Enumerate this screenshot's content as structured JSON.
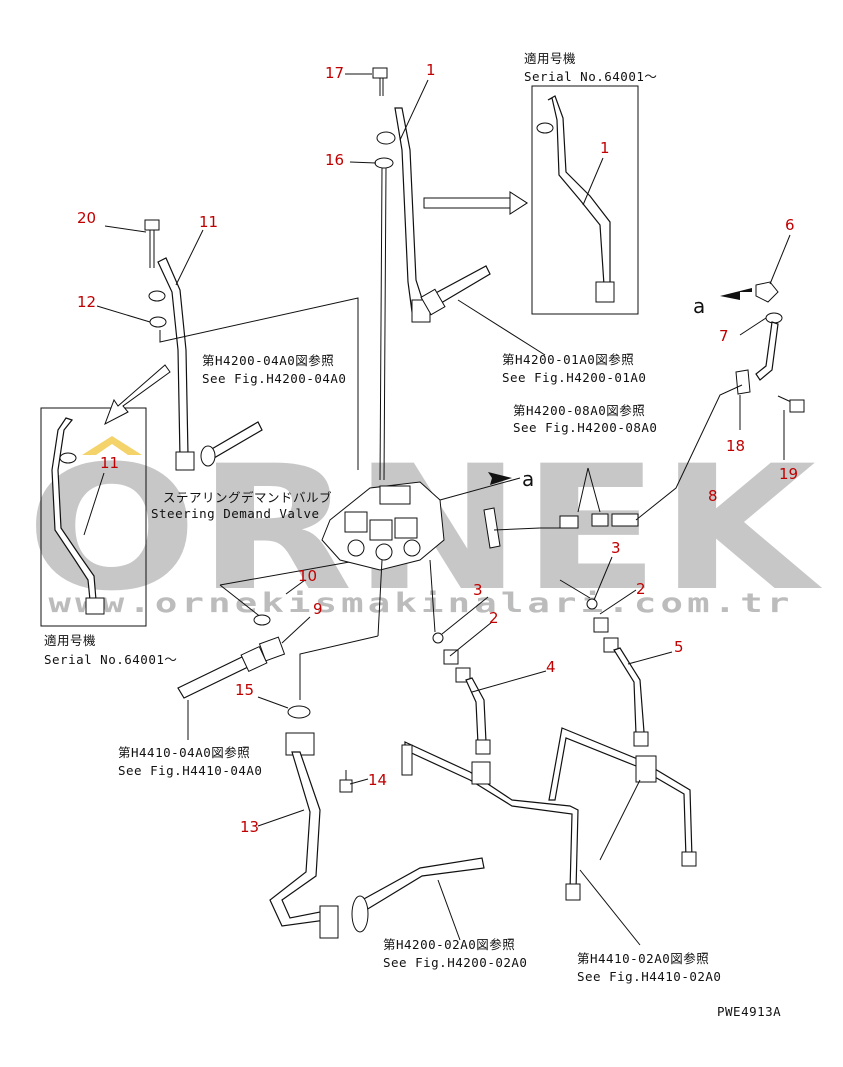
{
  "watermark": {
    "brand": "ORNEK",
    "site": "www.ornekismakinalari.com.tr"
  },
  "serial_boxes": [
    {
      "jp": "適用号機",
      "en": "Serial No.64001～",
      "part": "1"
    },
    {
      "jp": "適用号機",
      "en": "Serial No.64001～",
      "part": "11"
    }
  ],
  "valve_label": {
    "jp": "ステアリングデマンドバルブ",
    "en": "Steering Demand Valve"
  },
  "arrow_label": "a",
  "references": [
    {
      "jp": "第H4200-04A0図参照",
      "en": "See Fig.H4200-04A0"
    },
    {
      "jp": "第H4200-01A0図参照",
      "en": "See Fig.H4200-01A0"
    },
    {
      "jp": "第H4200-08A0図参照",
      "en": "See Fig.H4200-08A0"
    },
    {
      "jp": "第H4410-04A0図参照",
      "en": "See Fig.H4410-04A0"
    },
    {
      "jp": "第H4200-02A0図参照",
      "en": "See Fig.H4200-02A0"
    },
    {
      "jp": "第H4410-02A0図参照",
      "en": "See Fig.H4410-02A0"
    }
  ],
  "part_numbers": {
    "p1": "1",
    "p1b": "1",
    "p2a": "2",
    "p2b": "2",
    "p3a": "3",
    "p3b": "3",
    "p4": "4",
    "p5": "5",
    "p6": "6",
    "p7": "7",
    "p8": "8",
    "p9": "9",
    "p10": "10",
    "p11": "11",
    "p11b": "11",
    "p12": "12",
    "p13": "13",
    "p14": "14",
    "p15": "15",
    "p16": "16",
    "p17": "17",
    "p18": "18",
    "p19": "19",
    "p20": "20"
  },
  "drawing_code": "PWE4913A"
}
